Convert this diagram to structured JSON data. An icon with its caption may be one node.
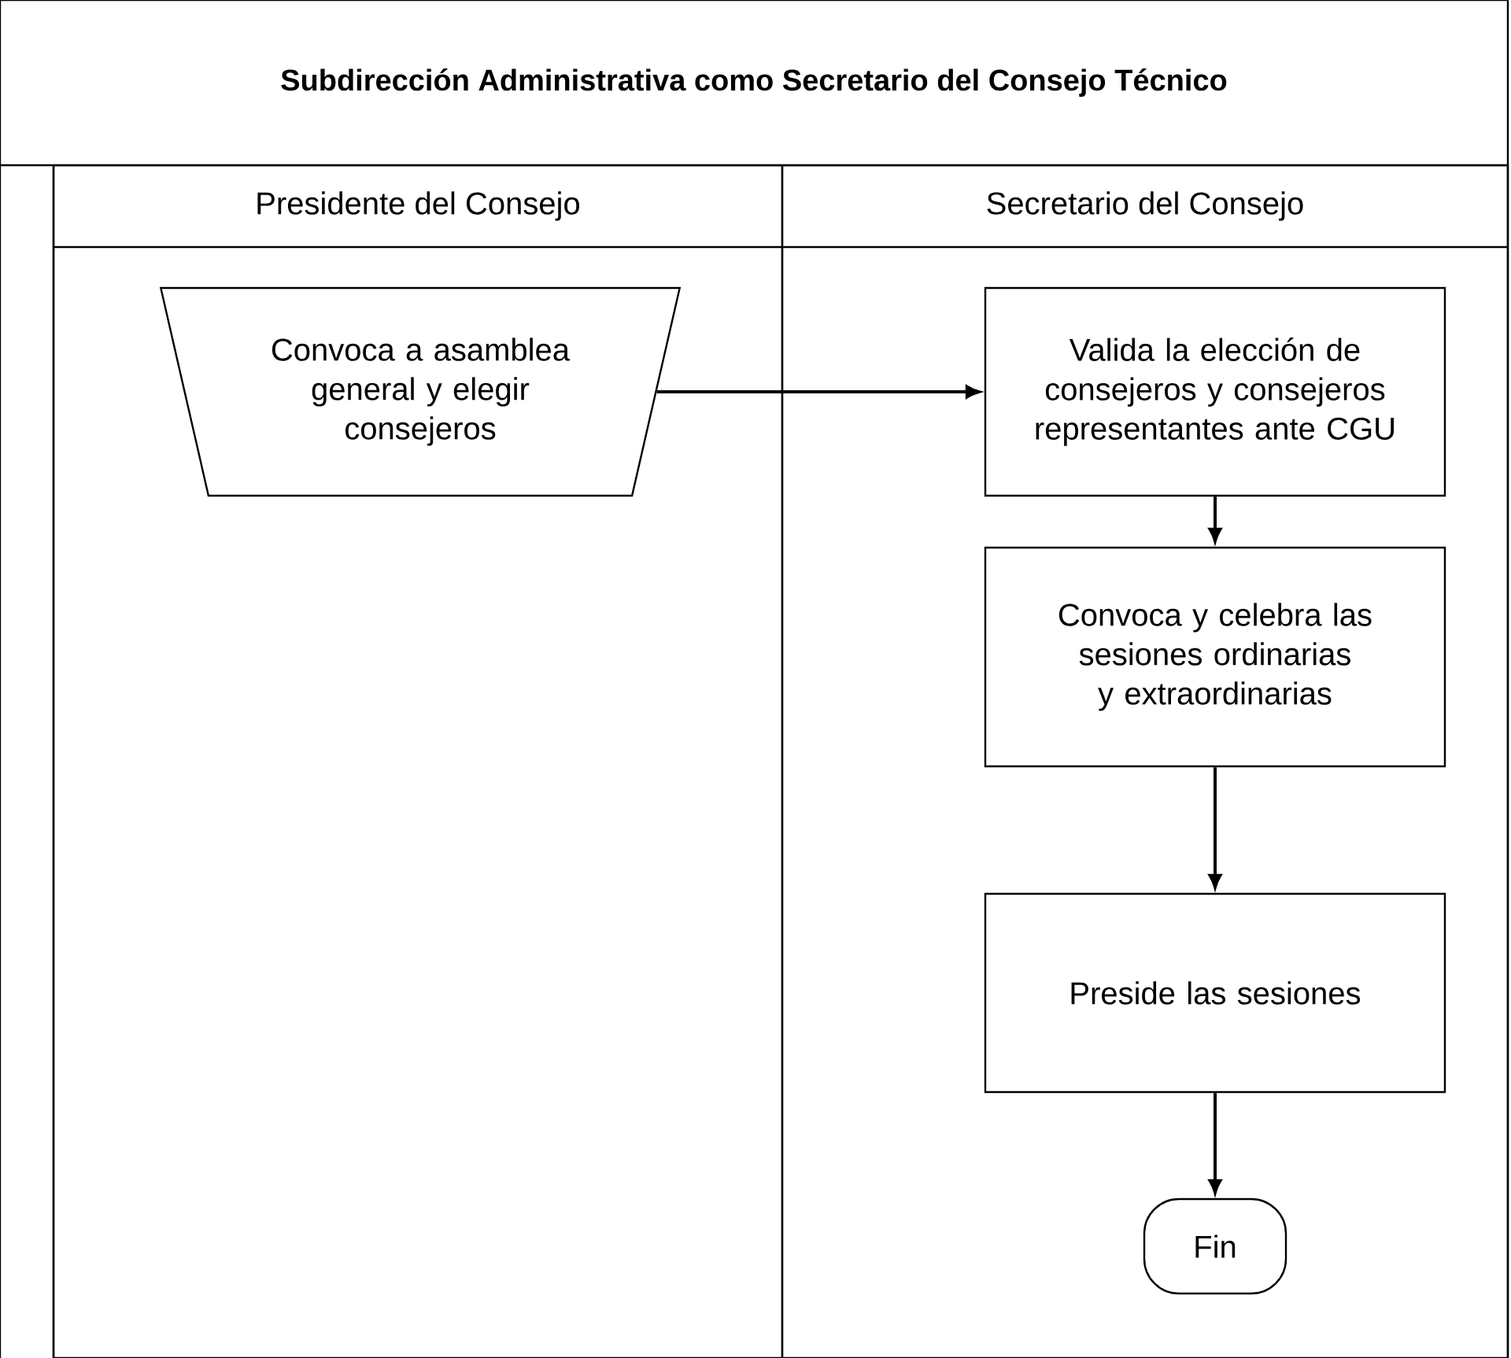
{
  "diagram": {
    "nodes": [
      {
        "text": [
          "Subdirección Administrativa como Secretario del Consejo Técnico"
        ]
      },
      {
        "text": [
          "Presidente del Consejo"
        ],
        "in": 0
      },
      {
        "text": [
          "Secretario del Consejo"
        ],
        "in": 0
      },
      {
        "text": [
          "Convoca a asamblea general y elegir consejeros"
        ],
        "in": 1
      },
      {
        "text": [
          "Valida la elección de consejeros y consejeros representantes ante CGU"
        ],
        "in": 2
      },
      {
        "text": [
          "Convoca y celebra las sesiones ordinarias y extraordinarias"
        ],
        "in": 2
      },
      {
        "text": [
          "Preside las sesiones"
        ],
        "in": 2
      },
      {
        "text": [
          "Fin"
        ],
        "in": 2
      }
    ],
    "edges": [
      {
        "from": 3,
        "to": 4,
        "arrow": "to"
      },
      {
        "from": 4,
        "to": 5,
        "arrow": "to"
      },
      {
        "from": 5,
        "to": 6,
        "arrow": "to"
      },
      {
        "from": 6,
        "to": 7,
        "arrow": "to"
      }
    ]
  }
}
